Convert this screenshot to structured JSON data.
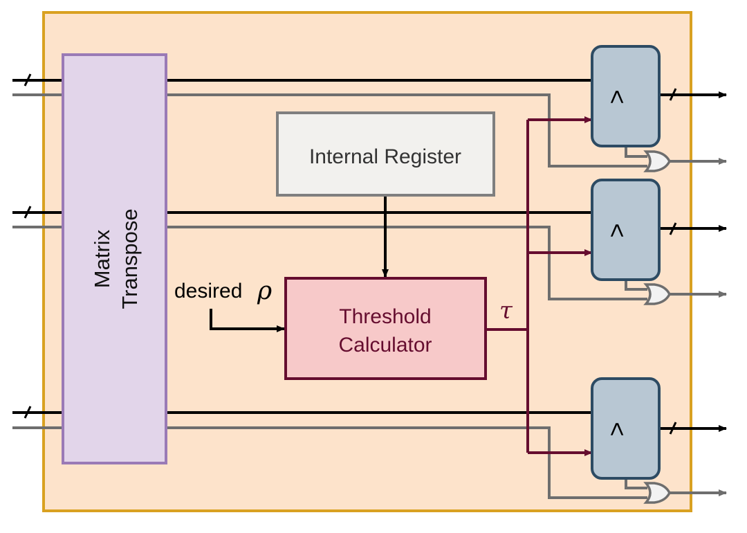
{
  "blocks": {
    "transpose": {
      "line1": "Matrix",
      "line2": "Transpose"
    },
    "register": {
      "label": "Internal Register"
    },
    "threshold": {
      "line1": "Threshold",
      "line2": "Calculator"
    },
    "comparator": {
      "symbol": ">"
    }
  },
  "inputs": {
    "desired_text": "desired",
    "rho_symbol": "ρ",
    "tau_symbol": "τ"
  },
  "colors": {
    "background": "#fde3cb",
    "frame": "#d9a121",
    "transpose_fill": "#e2d5ea",
    "transpose_stroke": "#9a7ab6",
    "register_fill": "#f2f1ee",
    "register_stroke": "#7f7f7f",
    "threshold_fill": "#f7c9c9",
    "threshold_stroke": "#650d2f",
    "threshold_text": "#650d2f",
    "comparator_fill": "#b8c7d3",
    "comparator_stroke": "#2d4b63",
    "wire_data": "#000000",
    "wire_mask": "#6e6e6e",
    "wire_tau": "#650d2f",
    "or_gate_fill": "#f2f2f2"
  }
}
